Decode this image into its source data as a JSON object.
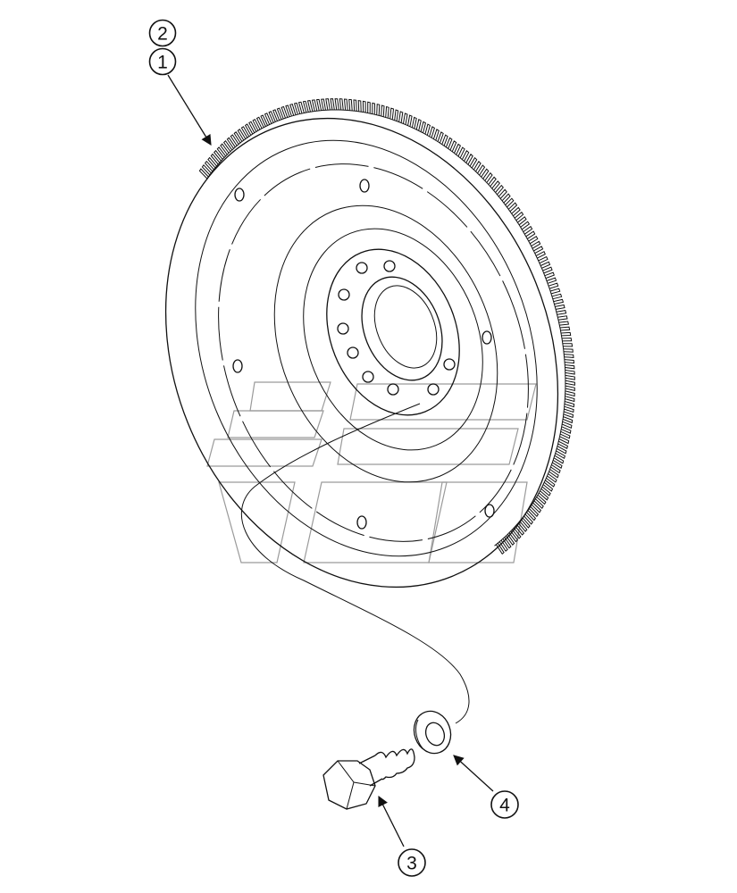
{
  "diagram": {
    "callouts": [
      {
        "id": "callout-2",
        "label": "2"
      },
      {
        "id": "callout-1",
        "label": "1"
      },
      {
        "id": "callout-3",
        "label": "3"
      },
      {
        "id": "callout-4",
        "label": "4"
      }
    ],
    "colors": {
      "line": "#111111",
      "watermark": "#9a9a9a",
      "background": "#ffffff"
    }
  }
}
